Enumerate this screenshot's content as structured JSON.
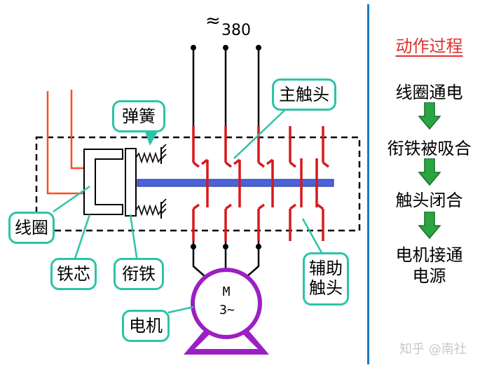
{
  "supply": {
    "symbol": "≈",
    "voltage": "380"
  },
  "callouts": {
    "coil": "线圈",
    "core": "铁芯",
    "armature": "衔铁",
    "spring": "弹簧",
    "main_contacts": "主触头",
    "aux_contacts_line1": "辅助",
    "aux_contacts_line2": "触头",
    "motor": "电机"
  },
  "motor": {
    "letter": "M",
    "phase": "3~"
  },
  "process": {
    "title": "动作过程",
    "steps": [
      "线圈通电",
      "衔铁被吸合",
      "触头闭合",
      "电机接通",
      "电源"
    ]
  },
  "colors": {
    "red": "#d7191c",
    "coil_wire": "#ff4b1f",
    "rod": "#4a63d8",
    "callout_border": "#2bc4a8",
    "title": "#e03030",
    "arrow": "#2aa640",
    "motor": "#9b1fc2",
    "divider": "#1f78c1"
  },
  "watermark": "知乎 @南社"
}
